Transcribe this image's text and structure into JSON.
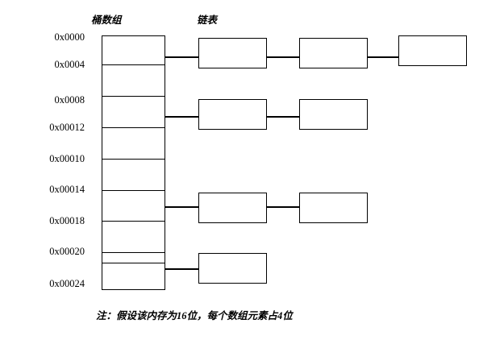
{
  "diagram": {
    "title_bucket_array": "桶数组",
    "title_linked_list": "链表",
    "note": "注：假设该内存为16位，每个数组元素占4位",
    "addresses": [
      "0x0000",
      "0x0004",
      "0x0008",
      "0x00012",
      "0x00010",
      "0x00014",
      "0x00018",
      "0x00020",
      "0x00024"
    ],
    "chains": [
      {
        "row": 0,
        "nodes": 3
      },
      {
        "row": 2,
        "nodes": 2
      },
      {
        "row": 5,
        "nodes": 2
      },
      {
        "row": 7,
        "nodes": 1
      }
    ],
    "colors": {
      "stroke": "#000000",
      "background": "#ffffff",
      "text": "#000000"
    }
  }
}
